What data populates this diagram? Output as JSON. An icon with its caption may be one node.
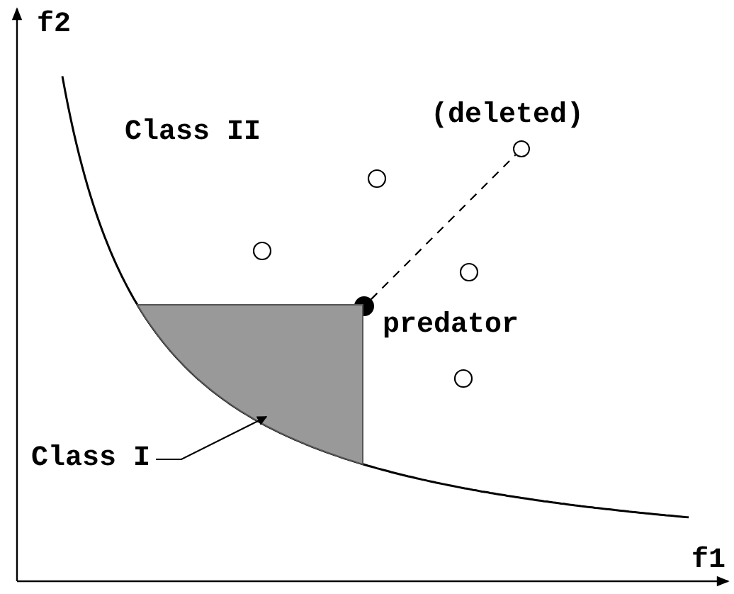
{
  "diagram": {
    "nodes": [
      {
        "text": [],
        "shape": "circle",
        "beside": [
          "predator"
        ]
      },
      {
        "text": [],
        "shape": "circle",
        "beside": [
          "(deleted)"
        ]
      },
      {
        "text": [
          "Class I"
        ]
      },
      {
        "text": [],
        "shape": "box"
      }
    ],
    "edges": [
      {
        "from": 0,
        "to": 1,
        "arrow": "none",
        "style": "dashed"
      },
      {
        "from": 2,
        "to": 3,
        "arrow": "to"
      }
    ],
    "labels": [
      "f2",
      "Class II",
      "f1"
    ]
  }
}
